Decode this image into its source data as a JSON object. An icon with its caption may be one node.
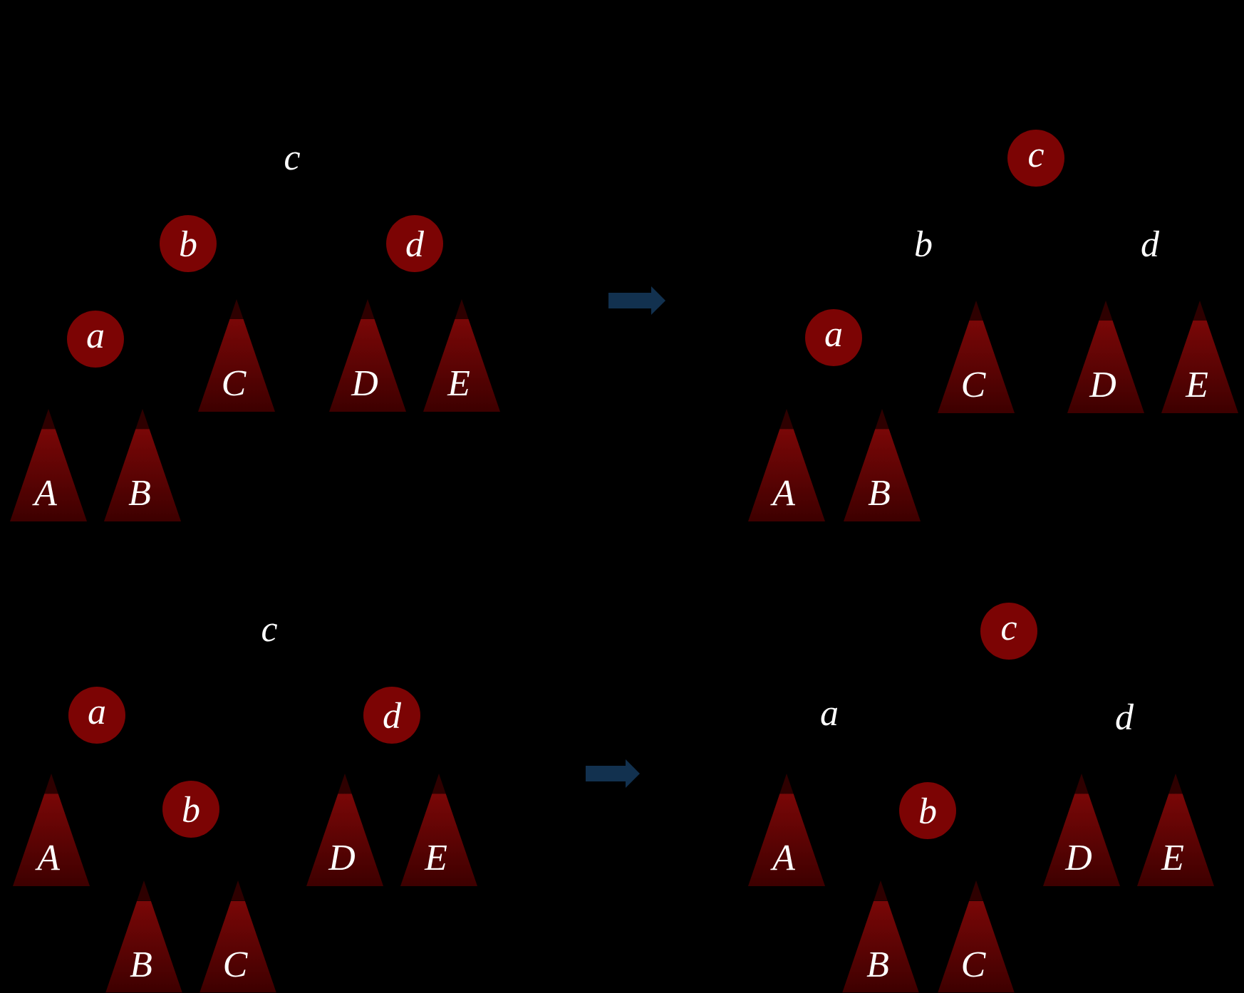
{
  "diagram": {
    "nodes": [
      {
        "text": [
          "c"
        ]
      },
      {
        "text": [
          "b"
        ]
      },
      {
        "text": [
          "d"
        ]
      },
      {
        "text": [
          "a"
        ]
      },
      {
        "text": [
          "C"
        ]
      },
      {
        "text": [
          "D"
        ]
      },
      {
        "text": [
          "E"
        ]
      },
      {
        "text": [
          "A"
        ]
      },
      {
        "text": [
          "B"
        ]
      },
      {
        "text": [
          "c"
        ]
      },
      {
        "text": [
          "b"
        ]
      },
      {
        "text": [
          "d"
        ]
      },
      {
        "text": [
          "a"
        ]
      },
      {
        "text": [
          "C"
        ]
      },
      {
        "text": [
          "D"
        ]
      },
      {
        "text": [
          "E"
        ]
      },
      {
        "text": [
          "A"
        ]
      },
      {
        "text": [
          "B"
        ]
      },
      {
        "text": [
          "c"
        ]
      },
      {
        "text": [
          "a"
        ]
      },
      {
        "text": [
          "d"
        ]
      },
      {
        "text": [
          "A"
        ]
      },
      {
        "text": [
          "b"
        ]
      },
      {
        "text": [
          "D"
        ]
      },
      {
        "text": [
          "E"
        ]
      },
      {
        "text": [
          "B"
        ]
      },
      {
        "text": [
          "C"
        ]
      },
      {
        "text": [
          "c"
        ]
      },
      {
        "text": [
          "a"
        ]
      },
      {
        "text": [
          "d"
        ]
      },
      {
        "text": [
          "A"
        ]
      },
      {
        "text": [
          "b"
        ]
      },
      {
        "text": [
          "D"
        ]
      },
      {
        "text": [
          "E"
        ]
      },
      {
        "text": [
          "B"
        ]
      },
      {
        "text": [
          "C"
        ]
      }
    ]
  }
}
